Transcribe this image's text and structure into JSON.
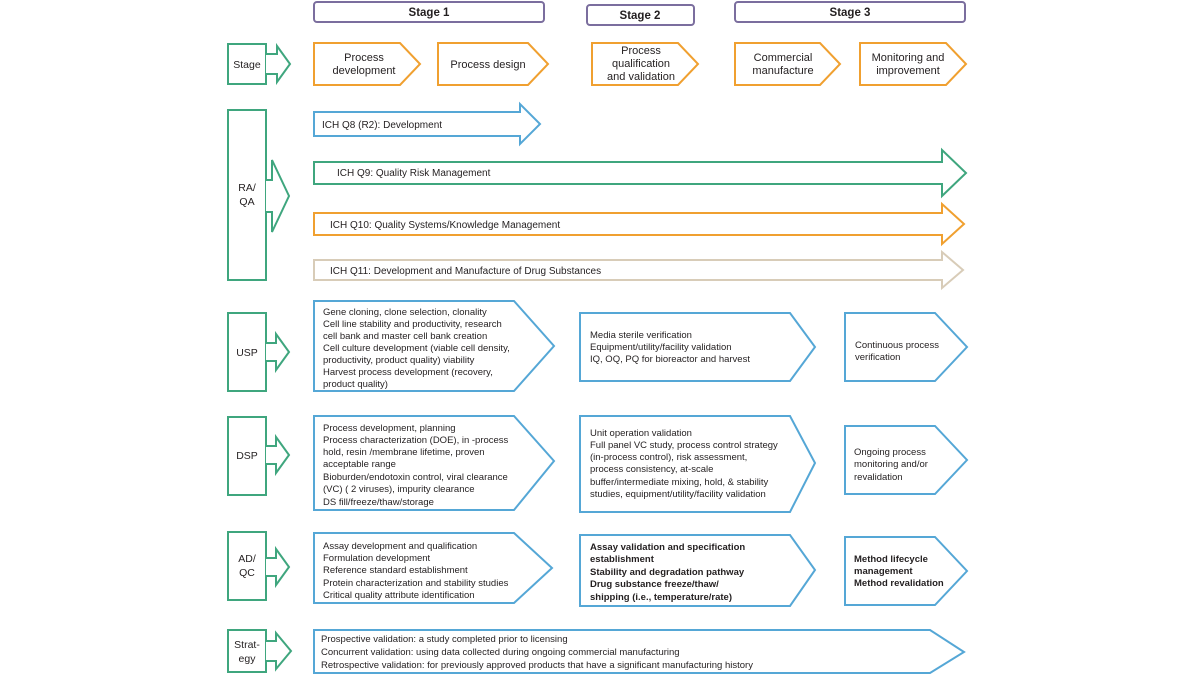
{
  "colors": {
    "purple": "#7b6e9e",
    "orange": "#f0a030",
    "teal": "#3fa67e",
    "blue": "#55a7d6",
    "tan": "#d8ccb8",
    "text": "#231f20"
  },
  "stage_headers": [
    "Stage 1",
    "Stage 2",
    "Stage 3"
  ],
  "rows": {
    "stage": {
      "label": [
        "Stage"
      ],
      "steps": [
        [
          "Process",
          "development"
        ],
        [
          "Process design"
        ],
        [
          "Process",
          "qualification",
          "and validation"
        ],
        [
          "Commercial",
          "manufacture"
        ],
        [
          "Monitoring and",
          "improvement"
        ]
      ]
    },
    "raqa": {
      "label": [
        "RA/",
        "QA"
      ],
      "guidelines": [
        "ICH Q8 (R2): Development",
        "ICH Q9: Quality Risk Management",
        "ICH Q10: Quality Systems/Knowledge Management",
        "ICH Q11: Development and Manufacture of Drug Substances"
      ]
    },
    "usp": {
      "label": [
        "USP"
      ],
      "col1": [
        "Gene cloning, clone selection, clonality",
        "Cell line stability and productivity, research",
        "cell bank and  master cell bank creation",
        "Cell culture development (viable cell density,",
        "productivity, product quality)  viability",
        "Harvest process development (recovery,",
        "product quality)"
      ],
      "col2": [
        "Media sterile verification",
        "Equipment/utility/facility validation",
        "IQ, OQ, PQ for bioreactor and harvest"
      ],
      "col3": [
        "Continuous process",
        "verification"
      ]
    },
    "dsp": {
      "label": [
        "DSP"
      ],
      "col1": [
        "Process development, planning",
        "Process characterization (DOE), in -process",
        "hold, resin /membrane lifetime, proven",
        "acceptable range",
        "Bioburden/endotoxin control,  viral clearance",
        "(VC) ( 2 viruses), impurity clearance",
        "DS fill/freeze/thaw/storage"
      ],
      "col2": [
        "Unit operation validation",
        "Full panel VC study, process control strategy",
        "(in-process control), risk assessment,",
        "process consistency, at-scale",
        "buffer/intermediate mixing, hold, & stability",
        "studies, equipment/utility/facility validation"
      ],
      "col3": [
        "Ongoing process",
        "monitoring and/or",
        "revalidation"
      ]
    },
    "adqc": {
      "label": [
        "AD/",
        "QC"
      ],
      "col1": [
        "Assay development and qualification",
        "Formulation development",
        "Reference standard establishment",
        "Protein characterization and stability studies",
        "Critical quality attribute identification"
      ],
      "col2": [
        "Assay validation and specification",
        "establishment",
        "Stability and degradation pathway",
        "Drug substance freeze/thaw/",
        "shipping (i.e., temperature/rate)"
      ],
      "col3": [
        "Method lifecycle",
        "management",
        "Method revalidation"
      ]
    },
    "strategy": {
      "label": [
        "Strat-",
        "egy"
      ],
      "lines": [
        "Prospective validation: a study completed prior to licensing",
        "Concurrent validation: using data collected during ongoing commercial manufacturing",
        "Retrospective validation: for previously approved products that have a significant manufacturing history"
      ]
    }
  }
}
